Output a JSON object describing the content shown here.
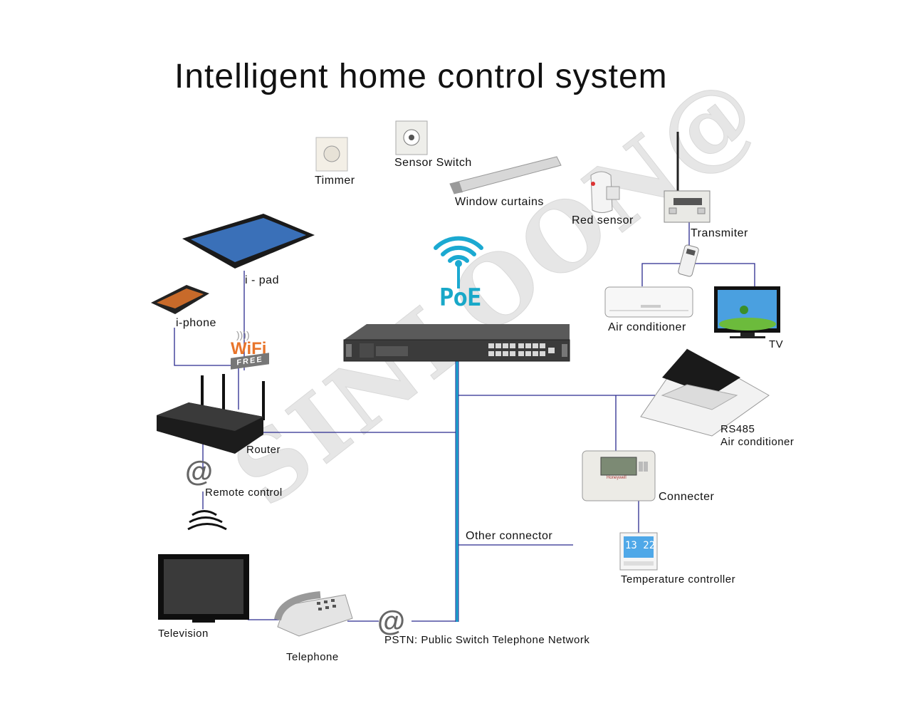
{
  "title": "Intelligent home control system",
  "watermark": "SINLOON@",
  "hub_label": "PoE",
  "devices": {
    "timmer": "Timmer",
    "sensor_switch": "Sensor Switch",
    "window_curtains": "Window curtains",
    "red_sensor": "Red sensor",
    "transmiter": "Transmiter",
    "air_conditioner": "Air conditioner",
    "tv": "TV",
    "ipad": "i - pad",
    "iphone": "i-phone",
    "wifi_word": "WiFi",
    "wifi_free": "FREE",
    "router": "Router",
    "remote_control": "Remote control",
    "rs485_line1": "RS485",
    "rs485_line2": "Air conditioner",
    "connecter": "Connecter",
    "other_connector": "Other connector",
    "temperature_controller": "Temperature controller",
    "television": "Television",
    "telephone": "Telephone",
    "pstn": "PSTN: Public Switch Telephone Network",
    "at_symbol": "@",
    "thermostat_reading": "13 22",
    "thermostat_brand": "Honeywell"
  },
  "colors": {
    "wire": "#2b2b8f",
    "backbone": "#1ba9d1",
    "poe": "#18a8c8"
  }
}
